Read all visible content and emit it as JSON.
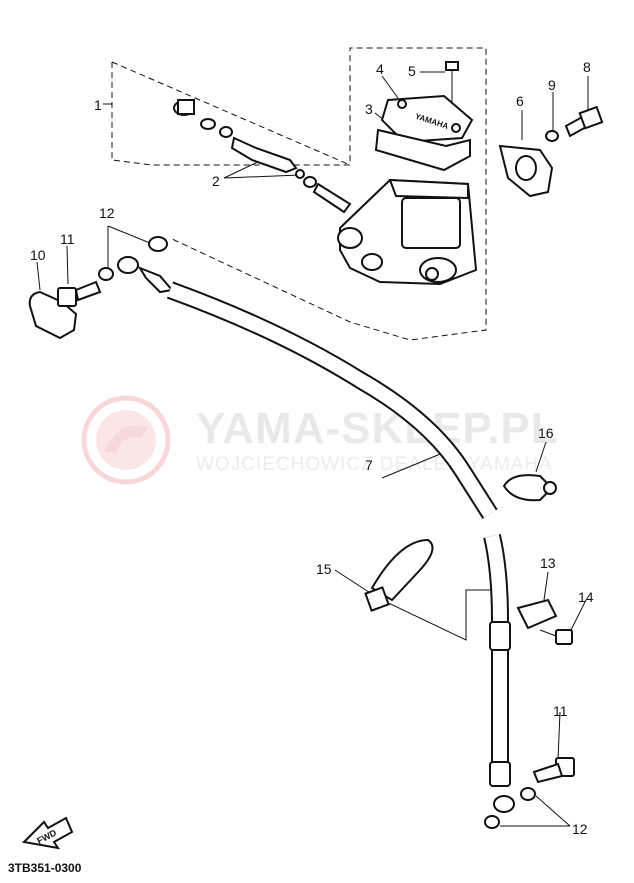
{
  "watermark": {
    "title": "YAMA-SKLEP.PL",
    "subtitle": "WOJCIECHOWICZ DEALER YAMAHA",
    "logo_color": "#f2b8b8"
  },
  "callouts": [
    "1",
    "2",
    "3",
    "4",
    "5",
    "6",
    "7",
    "8",
    "9",
    "10",
    "11",
    "12",
    "13",
    "14",
    "15",
    "16",
    "11",
    "12"
  ],
  "fwd_label": "FWD",
  "cover_text": "YAMAHA",
  "diagram_code": "3TB351-0300"
}
